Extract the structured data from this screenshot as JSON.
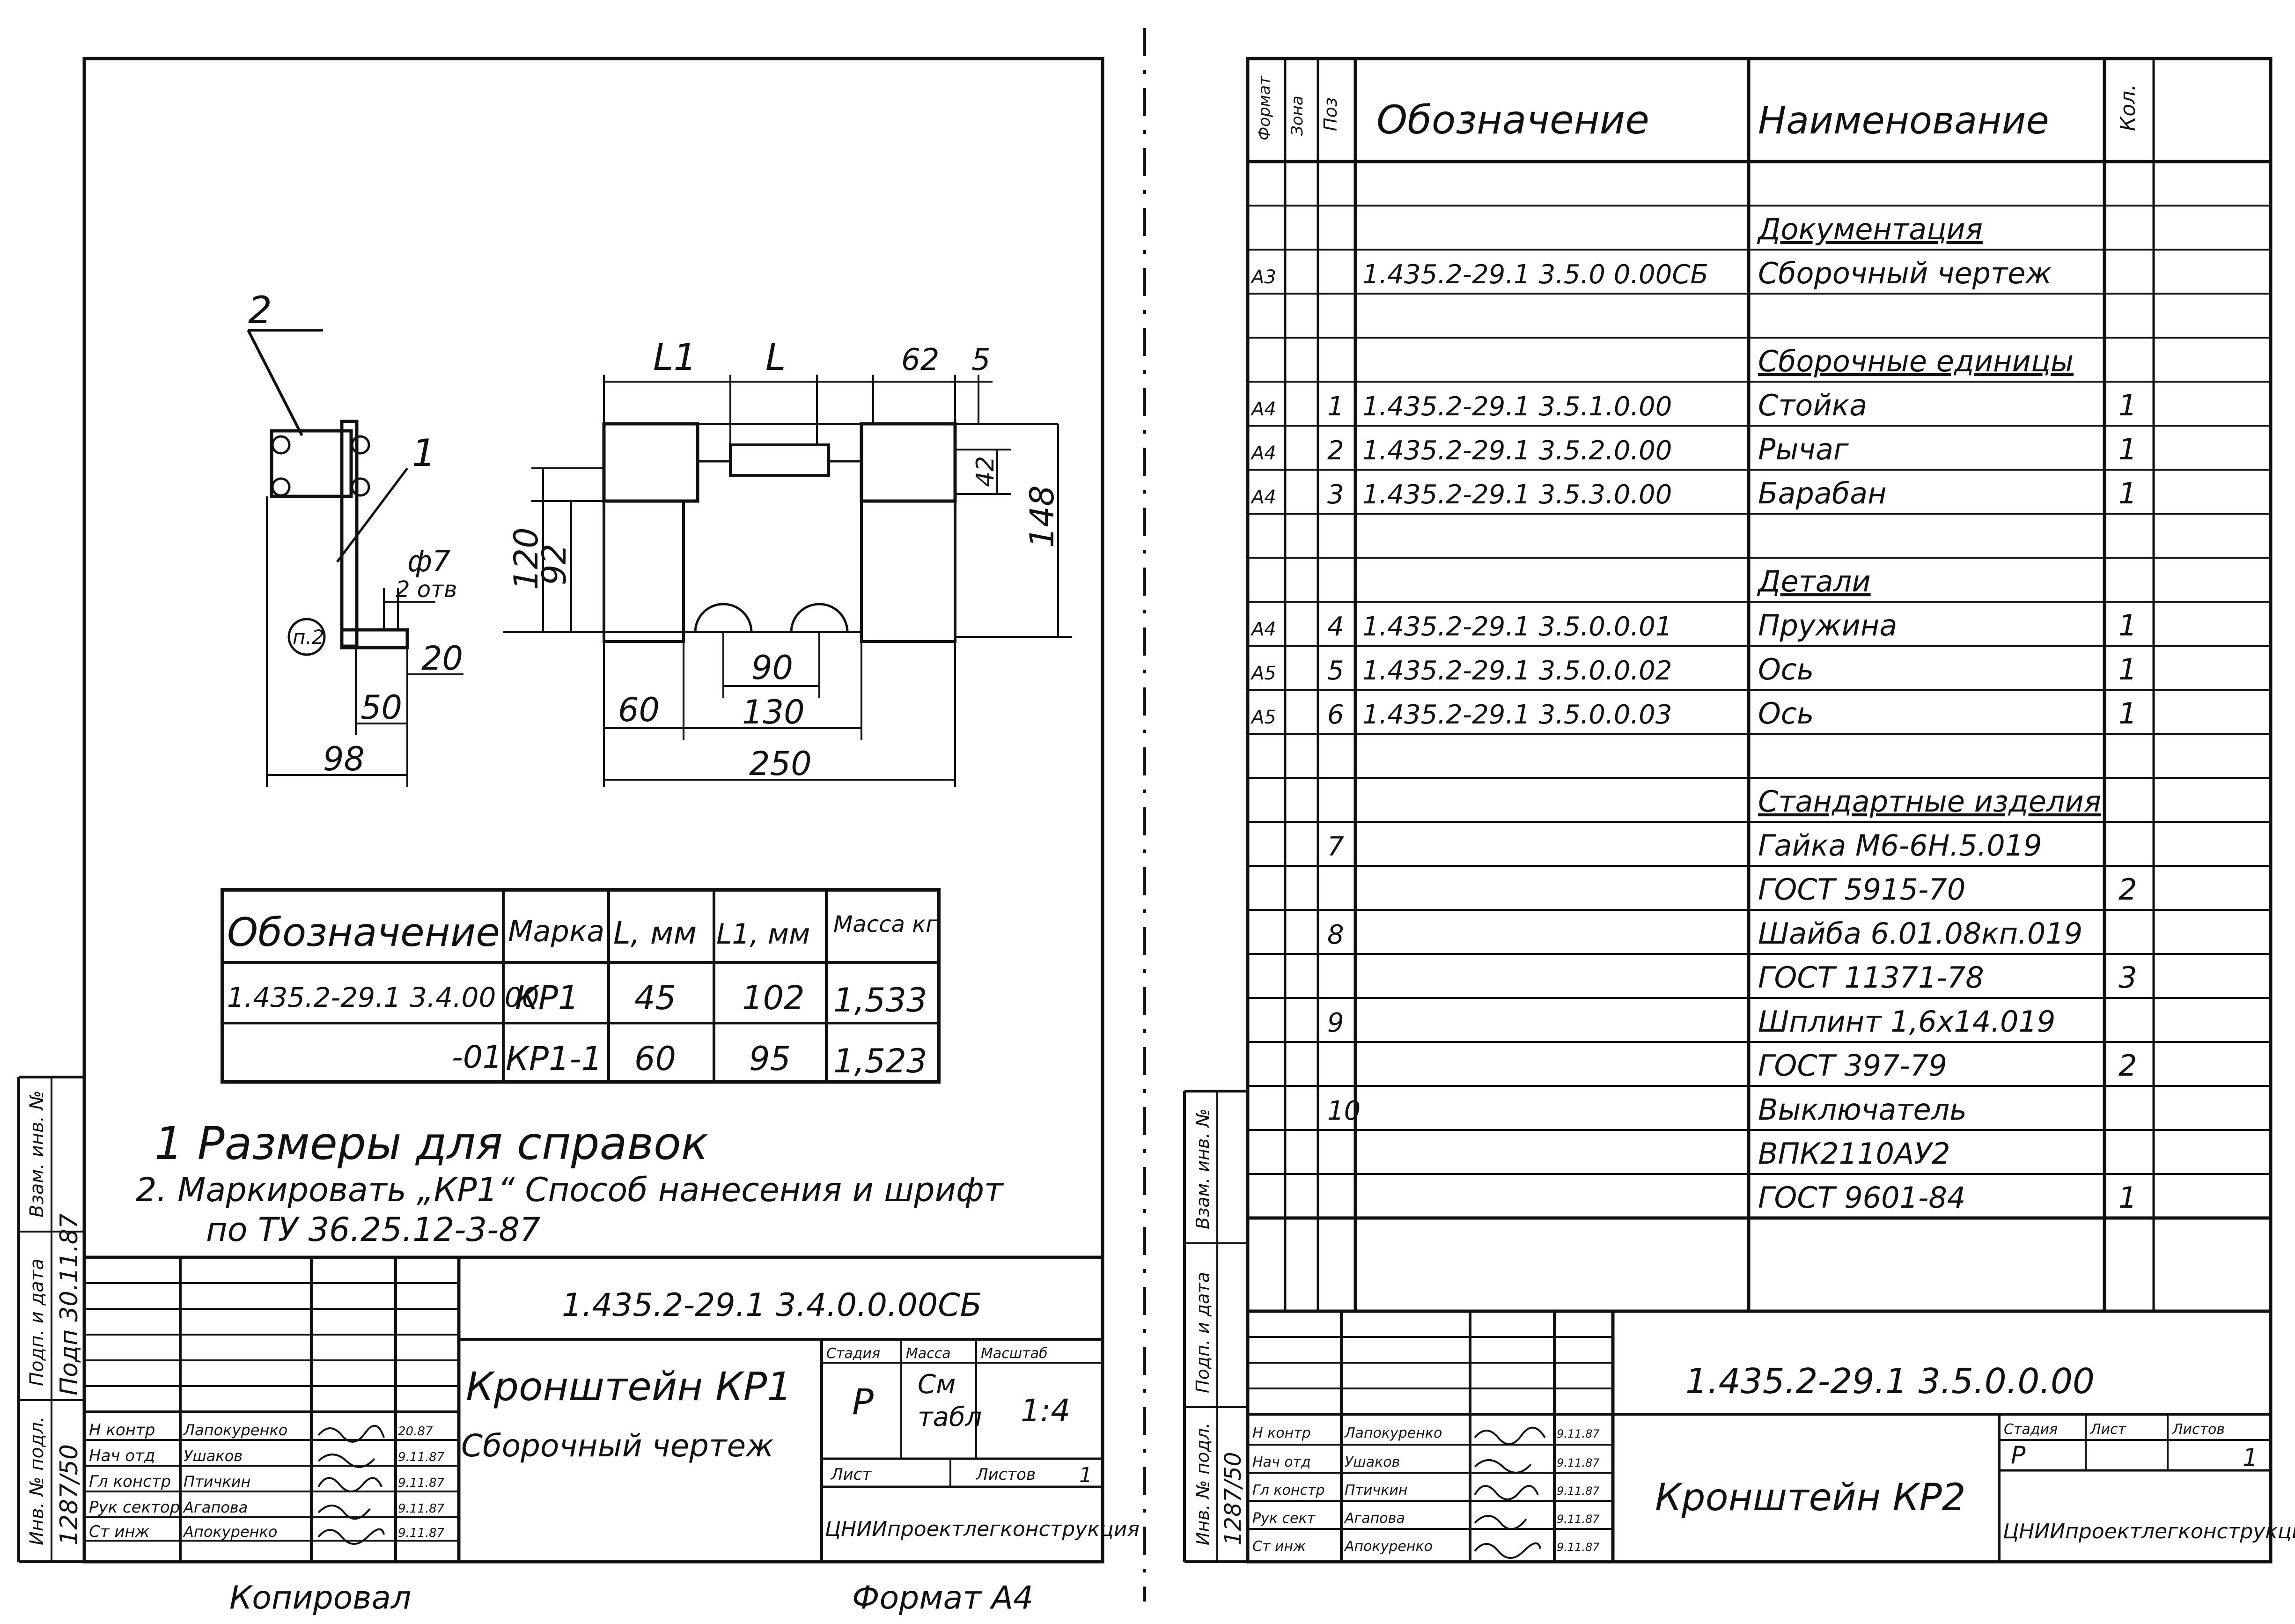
{
  "left_sheet": {
    "callout_2": "2",
    "callout_1": "1",
    "callout_p2": "п.2",
    "dims_side": {
      "hole_dia": "ф7",
      "hole_qty": "2 отв",
      "d20": "20",
      "d50": "50",
      "d98": "98"
    },
    "dims_front": {
      "L1": "L1",
      "L": "L",
      "d62": "62",
      "d5": "5",
      "d42": "42",
      "d120": "120",
      "d92": "92",
      "d148": "148",
      "d90": "90",
      "d60": "60",
      "d130": "130",
      "d250": "250"
    },
    "table": {
      "headers": [
        "Обозначение",
        "Марка",
        "L, мм",
        "L1, мм",
        "Масса кг"
      ],
      "rows": [
        [
          "1.435.2-29.1  3.4.00 00",
          "КР1",
          "45",
          "102",
          "1,533"
        ],
        [
          "-01",
          "КР1-1",
          "60",
          "95",
          "1,523"
        ]
      ]
    },
    "notes": [
      "1  Размеры для справок",
      "2.  Маркировать „КР1“ Способ нанесения и шрифт",
      "по ТУ 36.25.12-3-87"
    ],
    "stamp": {
      "designation": "1.435.2-29.1     3.4.0.0.00СБ",
      "title_line1": "Кронштейн КР1",
      "title_line2": "Сборочный чертеж",
      "col_headers": [
        "Стадия",
        "Масса",
        "Масштаб"
      ],
      "stage": "Р",
      "mass_line1": "См",
      "mass_line2": "табл",
      "scale": "1:4",
      "sheet_label": "Лист",
      "sheets_label": "Листов",
      "sheets_value": "1",
      "org": "ЦНИИпроектлегконструкция",
      "roles": [
        "Н контр",
        "Нач отд",
        "Гл констр",
        "Рук сектор",
        "Ст инж"
      ],
      "names": [
        "Лапокуренко",
        "Ушаков",
        "Птичкин",
        "Агапова",
        "Апокуренко"
      ],
      "dates": [
        "20.87",
        "9.11.87",
        "9.11.87",
        "9.11.87",
        "9.11.87"
      ],
      "side_labels": [
        "Инв. № подл.",
        "Подп. и дата",
        "Взам. инв. №"
      ],
      "side_values": [
        "1287/50",
        "Подп 30.11.87",
        ""
      ]
    },
    "copied": "Копировал",
    "format": "Формат А4"
  },
  "right_sheet": {
    "headers": [
      "Формат",
      "Зона",
      "Поз",
      "Обозначение",
      "Наименование",
      "Кол."
    ],
    "rows": [
      {
        "fmt": "",
        "zone": "",
        "pos": "",
        "des": "",
        "name": "",
        "qty": ""
      },
      {
        "fmt": "",
        "zone": "",
        "pos": "",
        "des": "",
        "name": "Документация",
        "qty": ""
      },
      {
        "fmt": "А3",
        "zone": "",
        "pos": "",
        "des": "1.435.2-29.1  3.5.0 0.00СБ",
        "name": "Сборочный  чертеж",
        "qty": ""
      },
      {
        "fmt": "",
        "zone": "",
        "pos": "",
        "des": "",
        "name": "",
        "qty": ""
      },
      {
        "fmt": "",
        "zone": "",
        "pos": "",
        "des": "",
        "name": "Сборочные единицы",
        "qty": ""
      },
      {
        "fmt": "А4",
        "zone": "",
        "pos": "1",
        "des": "1.435.2-29.1  3.5.1.0.00",
        "name": "Стойка",
        "qty": "1"
      },
      {
        "fmt": "А4",
        "zone": "",
        "pos": "2",
        "des": "1.435.2-29.1  3.5.2.0.00",
        "name": "Рычаг",
        "qty": "1"
      },
      {
        "fmt": "А4",
        "zone": "",
        "pos": "3",
        "des": "1.435.2-29.1  3.5.3.0.00",
        "name": "Барабан",
        "qty": "1"
      },
      {
        "fmt": "",
        "zone": "",
        "pos": "",
        "des": "",
        "name": "",
        "qty": ""
      },
      {
        "fmt": "",
        "zone": "",
        "pos": "",
        "des": "",
        "name": "Детали",
        "qty": ""
      },
      {
        "fmt": "А4",
        "zone": "",
        "pos": "4",
        "des": "1.435.2-29.1  3.5.0.0.01",
        "name": "Пружина",
        "qty": "1"
      },
      {
        "fmt": "А5",
        "zone": "",
        "pos": "5",
        "des": "1.435.2-29.1  3.5.0.0.02",
        "name": "Ось",
        "qty": "1"
      },
      {
        "fmt": "А5",
        "zone": "",
        "pos": "6",
        "des": "1.435.2-29.1  3.5.0.0.03",
        "name": "Ось",
        "qty": "1"
      },
      {
        "fmt": "",
        "zone": "",
        "pos": "",
        "des": "",
        "name": "",
        "qty": ""
      },
      {
        "fmt": "",
        "zone": "",
        "pos": "",
        "des": "",
        "name": "Стандартные изделия",
        "qty": ""
      },
      {
        "fmt": "",
        "zone": "",
        "pos": "7",
        "des": "",
        "name": "Гайка М6-6Н.5.019",
        "qty": ""
      },
      {
        "fmt": "",
        "zone": "",
        "pos": "",
        "des": "",
        "name": "ГОСТ 5915-70",
        "qty": "2"
      },
      {
        "fmt": "",
        "zone": "",
        "pos": "8",
        "des": "",
        "name": "Шайба 6.01.08кп.019",
        "qty": ""
      },
      {
        "fmt": "",
        "zone": "",
        "pos": "",
        "des": "",
        "name": "ГОСТ 11371-78",
        "qty": "3"
      },
      {
        "fmt": "",
        "zone": "",
        "pos": "9",
        "des": "",
        "name": "Шплинт 1,6х14.019",
        "qty": ""
      },
      {
        "fmt": "",
        "zone": "",
        "pos": "",
        "des": "",
        "name": "ГОСТ 397-79",
        "qty": "2"
      },
      {
        "fmt": "",
        "zone": "",
        "pos": "10",
        "des": "",
        "name": "Выключатель",
        "qty": ""
      },
      {
        "fmt": "",
        "zone": "",
        "pos": "",
        "des": "",
        "name": "ВПК2110АУ2",
        "qty": ""
      },
      {
        "fmt": "",
        "zone": "",
        "pos": "",
        "des": "",
        "name": "ГОСТ 9601-84",
        "qty": "1"
      }
    ],
    "stamp": {
      "designation": "1.435.2-29.1   3.5.0.0.00",
      "title": "Кронштейн КР2",
      "col_headers": [
        "Стадия",
        "Лист",
        "Листов"
      ],
      "stage": "Р",
      "sheets": "1",
      "org": "ЦНИИпроектлегконструкция",
      "roles": [
        "Н контр",
        "Нач отд",
        "Гл констр",
        "Рук сект",
        "Ст инж"
      ],
      "names": [
        "Лапокуренко",
        "Ушаков",
        "Птичкин",
        "Агапова",
        "Апокуренко"
      ],
      "dates": [
        "9.11.87",
        "9.11.87",
        "9.11.87",
        "9.11.87",
        "9.11.87"
      ],
      "side_labels": [
        "Инв. № подл.",
        "Подп. и дата",
        "Взам. инв. №"
      ],
      "side_values": [
        "1287/50",
        "",
        ""
      ]
    }
  }
}
